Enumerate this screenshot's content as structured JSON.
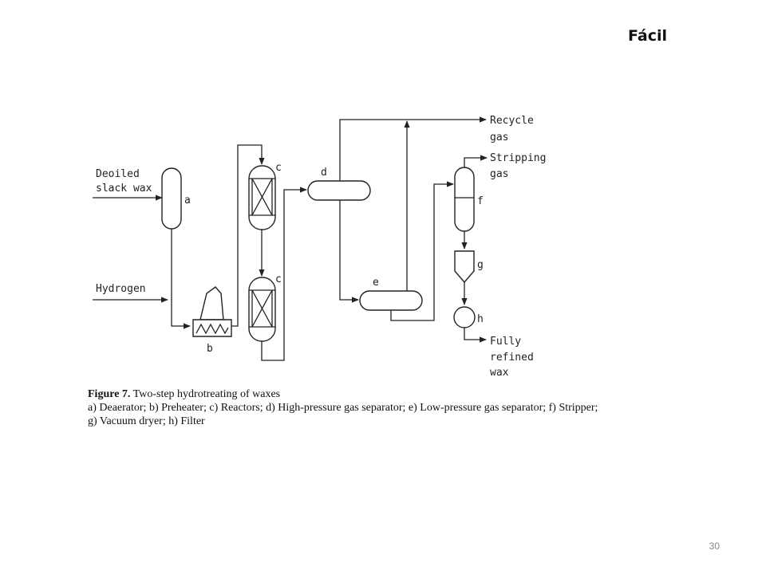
{
  "slide": {
    "tag": "Fácil",
    "page_number": "30"
  },
  "diagram": {
    "labels": {
      "deoiled_1": "Deoiled",
      "deoiled_2": "slack wax",
      "hydrogen": "Hydrogen",
      "recycle_1": "Recycle",
      "recycle_2": "gas",
      "stripping_1": "Stripping",
      "stripping_2": "gas",
      "fully_1": "Fully",
      "fully_2": "refined",
      "fully_3": "wax"
    },
    "letters": {
      "a": "a",
      "b": "b",
      "c1": "c",
      "c2": "c",
      "d": "d",
      "e": "e",
      "f": "f",
      "g": "g",
      "h": "h"
    }
  },
  "caption": {
    "figure_label": "Figure 7.",
    "title": "Two-step hydrotreating of waxes",
    "line1": "a) Deaerator; b) Preheater; c) Reactors; d) High-pressure gas separator; e) Low-pressure gas separator; f) Stripper;",
    "line2": "g) Vacuum dryer; h) Filter"
  }
}
